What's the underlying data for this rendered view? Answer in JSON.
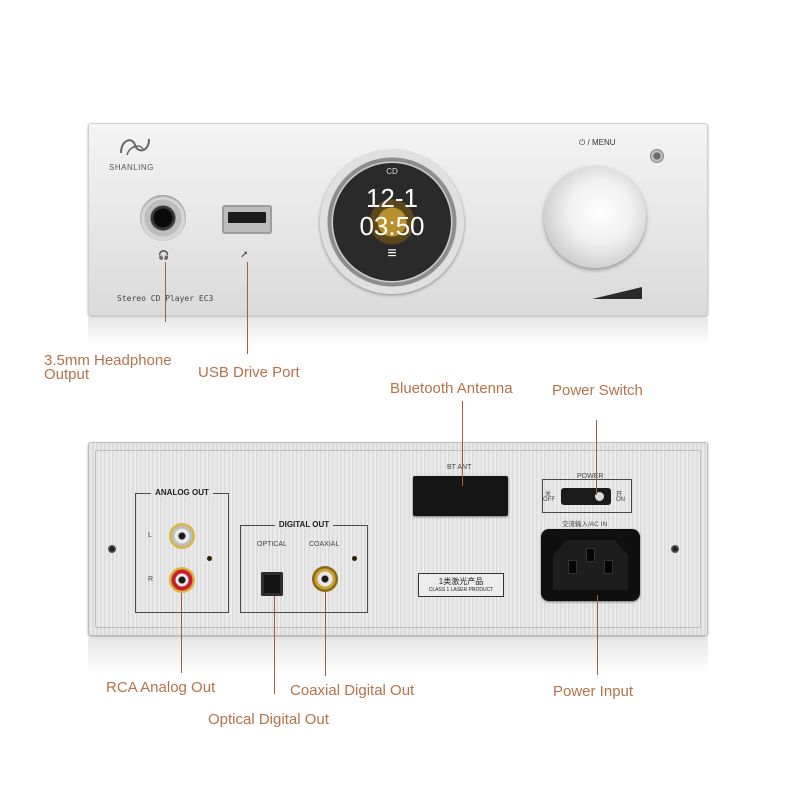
{
  "front_panel": {
    "brand": "SHANLING",
    "model_label": "Stereo CD Player  EC3",
    "menu_label": "⏻ / MENU",
    "screen": {
      "source": "CD",
      "track": "12-1",
      "time": "03:50",
      "menu_glyph": "≡"
    },
    "headphone_glyph": "🎧",
    "usb_glyph": "⭧"
  },
  "back_panel": {
    "analog_out_title": "ANALOG OUT",
    "channel_l": "L",
    "channel_r": "R",
    "digital_out_title": "DIGITAL OUT",
    "optical_label": "OPTICAL",
    "coaxial_label": "COAXIAL",
    "bt_ant_label": "BT ANT",
    "power_label": "POWER",
    "off_cn": "关",
    "off_label": "OFF",
    "on_cn": "开",
    "on_label": "ON",
    "ac_in_label": "交流输入/AC IN",
    "laser_cn": "1类激光产品",
    "laser_en": "CLASS 1 LASER PRODUCT"
  },
  "callouts": {
    "headphone_line1": "3.5mm Headphone",
    "headphone_line2": "Output",
    "usb": "USB Drive Port",
    "bluetooth": "Bluetooth Antenna",
    "power_switch": "Power Switch",
    "rca": "RCA Analog Out",
    "coaxial": "Coaxial Digital Out",
    "optical": "Optical Digital Out",
    "power_input": "Power Input"
  },
  "colors": {
    "callout_text": "#b4734a",
    "callout_line": "#a85a42",
    "rca_red": "#c81e2a",
    "gold": "#d9b440"
  }
}
